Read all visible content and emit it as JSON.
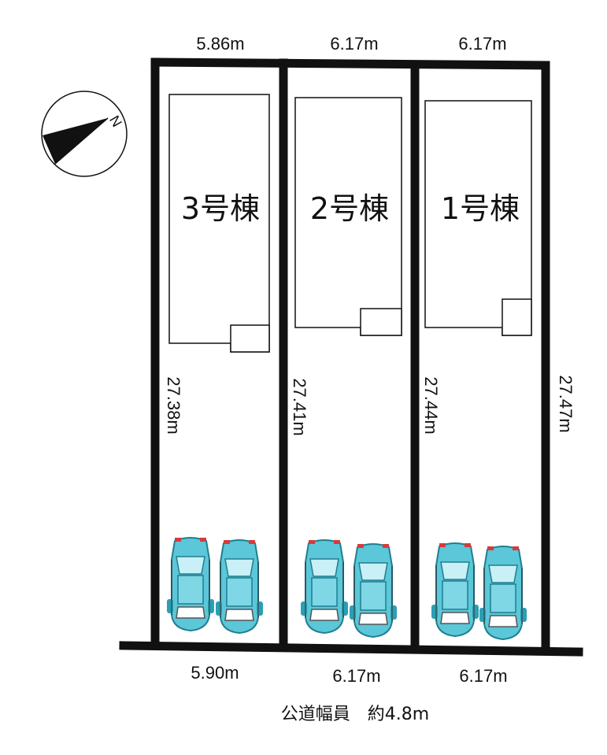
{
  "lots": [
    {
      "label": "3号棟",
      "top": "5.86m",
      "bottom": "5.90m",
      "left_side": "27.38m"
    },
    {
      "label": "2号棟",
      "top": "6.17m",
      "bottom": "6.17m",
      "left_side": "27.41m"
    },
    {
      "label": "1号棟",
      "top": "6.17m",
      "bottom": "6.17m",
      "left_side": "27.44m"
    }
  ],
  "right_side": "27.47m",
  "compass": {
    "label": "N"
  },
  "road": {
    "label": "公道幅員　約4.8m"
  },
  "colors": {
    "car_body": "#5bc7d8",
    "car_dark": "#2b9fb3",
    "lights": "#d83a3a",
    "line": "#111111"
  }
}
